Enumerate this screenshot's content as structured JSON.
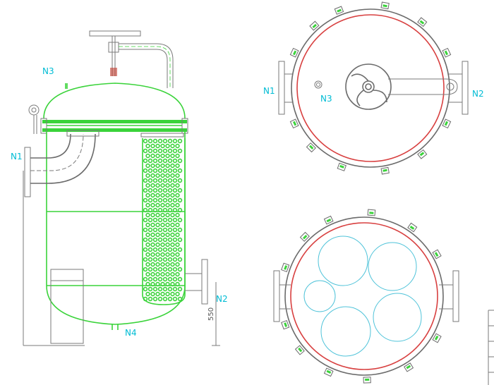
{
  "labels": {
    "side_n3": "N3",
    "side_n1": "N1",
    "side_n2": "N2",
    "side_n4": "N4",
    "top_n1": "N1",
    "top_n2": "N2",
    "top_n3": "N3",
    "dim_550": "550"
  },
  "colors": {
    "vessel": "#3ad33a",
    "piping": "#6b6b6b",
    "basket_circles": "#4fc3d9",
    "seal_ring": "#d84040",
    "labels": "#00bcd4"
  },
  "icons": {
    "handwheel": "handwheel-icon",
    "eyebolt": "eyebolt-icon",
    "clamp": "clamp-bolt-icon"
  }
}
